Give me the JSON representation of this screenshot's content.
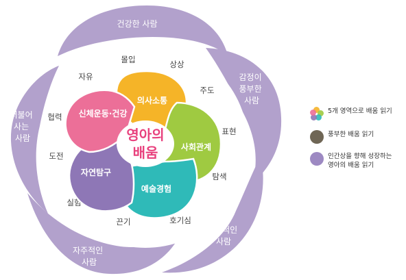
{
  "outer_ring": [
    {
      "id": "healthy",
      "lines": [
        "건강한 사람"
      ]
    },
    {
      "id": "emotional",
      "lines": [
        "감정이",
        "풍부한",
        "사람"
      ]
    },
    {
      "id": "creative",
      "lines": [
        "창의적인",
        "사람"
      ]
    },
    {
      "id": "independent",
      "lines": [
        "자주적인",
        "사람"
      ]
    },
    {
      "id": "together",
      "lines": [
        "더불어",
        "사는",
        "사람"
      ]
    }
  ],
  "keywords": {
    "immersion": "몰입",
    "imagination": "상상",
    "freedom": "자유",
    "initiative": "주도",
    "cooperation": "협력",
    "expression": "표현",
    "challenge": "도전",
    "exploration": "탐색",
    "experiment": "실험",
    "persistence": "끈기",
    "curiosity": "호기심"
  },
  "domains": {
    "physical": "신체운동·건강",
    "communication": "의사소통",
    "social": "사회관계",
    "art": "예술경험",
    "nature": "자연탐구"
  },
  "center": {
    "line1": "영아의",
    "line2": "배움"
  },
  "colors": {
    "ring": "#b2a1cc",
    "physical": "#ec6f98",
    "communication": "#f5b428",
    "social": "#9fca41",
    "art": "#2fbab8",
    "nature": "#8e77b6",
    "center_text": "#e8417d",
    "legend_brown": "#6f6655",
    "legend_purple": "#9d89c2"
  },
  "legend": [
    {
      "icon": "multicolor-flower-icon",
      "text": "5개 영역으로 배움 읽기"
    },
    {
      "icon": "brown-circle-icon",
      "text": "풍부한 배움 읽기"
    },
    {
      "icon": "purple-circle-icon",
      "text": "인간상을 향해 성장하는\n영아의 배움 읽기"
    }
  ]
}
